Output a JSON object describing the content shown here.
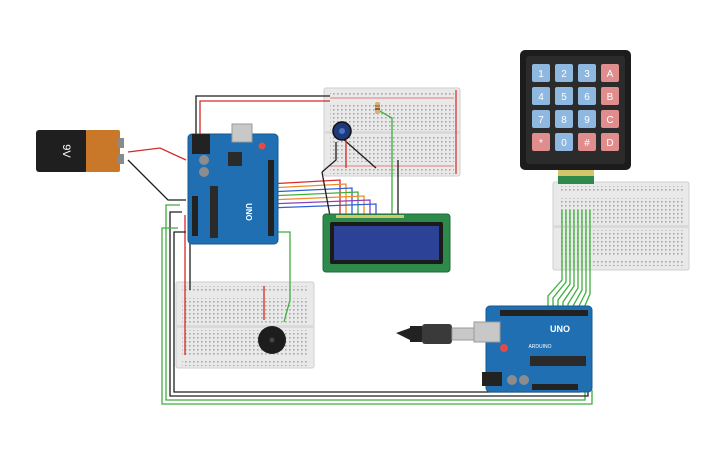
{
  "circuit": {
    "battery": {
      "label": "9V"
    },
    "uno_left": {
      "logo": "UNO"
    },
    "uno_right": {
      "logo": "UNO",
      "sublabel": "ARDUINO"
    },
    "keypad": {
      "keys": [
        [
          "1",
          "2",
          "3",
          "A"
        ],
        [
          "4",
          "5",
          "6",
          "B"
        ],
        [
          "7",
          "8",
          "9",
          "C"
        ],
        [
          "*",
          "0",
          "#",
          "D"
        ]
      ]
    }
  },
  "colors": {
    "wire_red": "#d42a2a",
    "wire_black": "#1e1e1e",
    "wire_green": "#3fae3f",
    "wire_blue": "#2f5fd6",
    "wire_orange": "#f08a22",
    "wire_purple": "#8a3fbf",
    "arduino_blue": "#1f6fb2",
    "lcd_screen": "#2c4296",
    "keypad_blue": "#8fb8e0",
    "keypad_red": "#e08d8d"
  }
}
